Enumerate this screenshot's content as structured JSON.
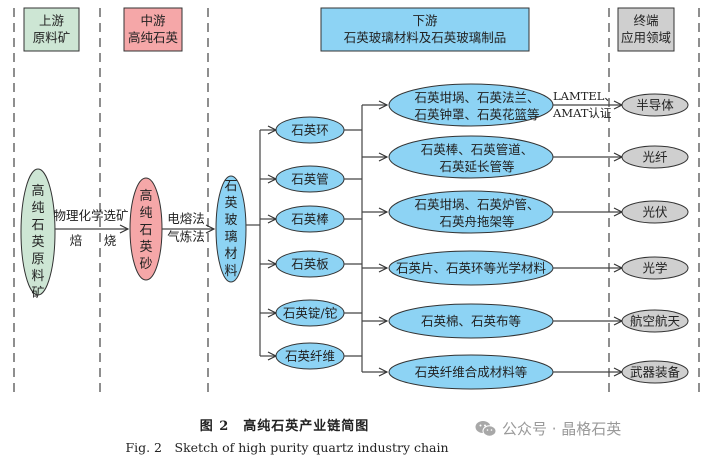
{
  "stages": [
    {
      "id": "upstream",
      "lines": [
        "上游",
        "原料矿"
      ],
      "color": "#cde6d4"
    },
    {
      "id": "midstream",
      "lines": [
        "中游",
        "高纯石英"
      ],
      "color": "#f5a7a8"
    },
    {
      "id": "downstream",
      "lines": [
        "下游",
        "石英玻璃材料及石英玻璃制品"
      ],
      "color": "#8dd3f4"
    },
    {
      "id": "terminal",
      "lines": [
        "终端",
        "应用领域"
      ],
      "color": "#cfcfcf"
    }
  ],
  "raw_ore": {
    "text": "高纯石英原料矿",
    "color": "#cde6d4"
  },
  "process1": {
    "line1": "物理化学选矿",
    "line2a": "焙",
    "line2b": "烧"
  },
  "hp_sand": {
    "text": "高纯石英砂",
    "color": "#f5a7a8"
  },
  "process2": {
    "line1": "电熔法",
    "line2": "气炼法"
  },
  "glass_material": {
    "text": "石英玻璃材料",
    "color": "#8dd3f4"
  },
  "products": [
    "石英环",
    "石英管",
    "石英棒",
    "石英板",
    "石英锭/铊",
    "石英纤维"
  ],
  "product_groups": [
    {
      "lines": [
        "石英坩埚、石英法兰、",
        "石英钟罩、石英花篮等"
      ]
    },
    {
      "lines": [
        "石英棒、石英管道、",
        "石英延长管等"
      ]
    },
    {
      "lines": [
        "石英坩埚、石英炉管、",
        "石英舟拖架等"
      ]
    },
    {
      "lines": [
        "石英片、石英环等光学材料"
      ]
    },
    {
      "lines": [
        "石英棉、石英布等"
      ]
    },
    {
      "lines": [
        "石英纤维合成材料等"
      ]
    }
  ],
  "certification": {
    "line1": "LAMTEL、",
    "line2": "AMAT认证"
  },
  "applications": [
    "半导体",
    "光纤",
    "光伏",
    "光学",
    "航空航天",
    "武器装备"
  ],
  "colors": {
    "blue": "#8dd3f4",
    "grey": "#cfcfcf",
    "green": "#cde6d4",
    "pink": "#f5a7a8",
    "stroke": "#333333"
  },
  "caption": {
    "cn": "图 2　高纯石英产业链简图",
    "en": "Fig. 2　Sketch of high purity quartz industry chain"
  },
  "watermark": {
    "text": "公众号 · 晶格石英",
    "icon": "wechat-icon"
  }
}
